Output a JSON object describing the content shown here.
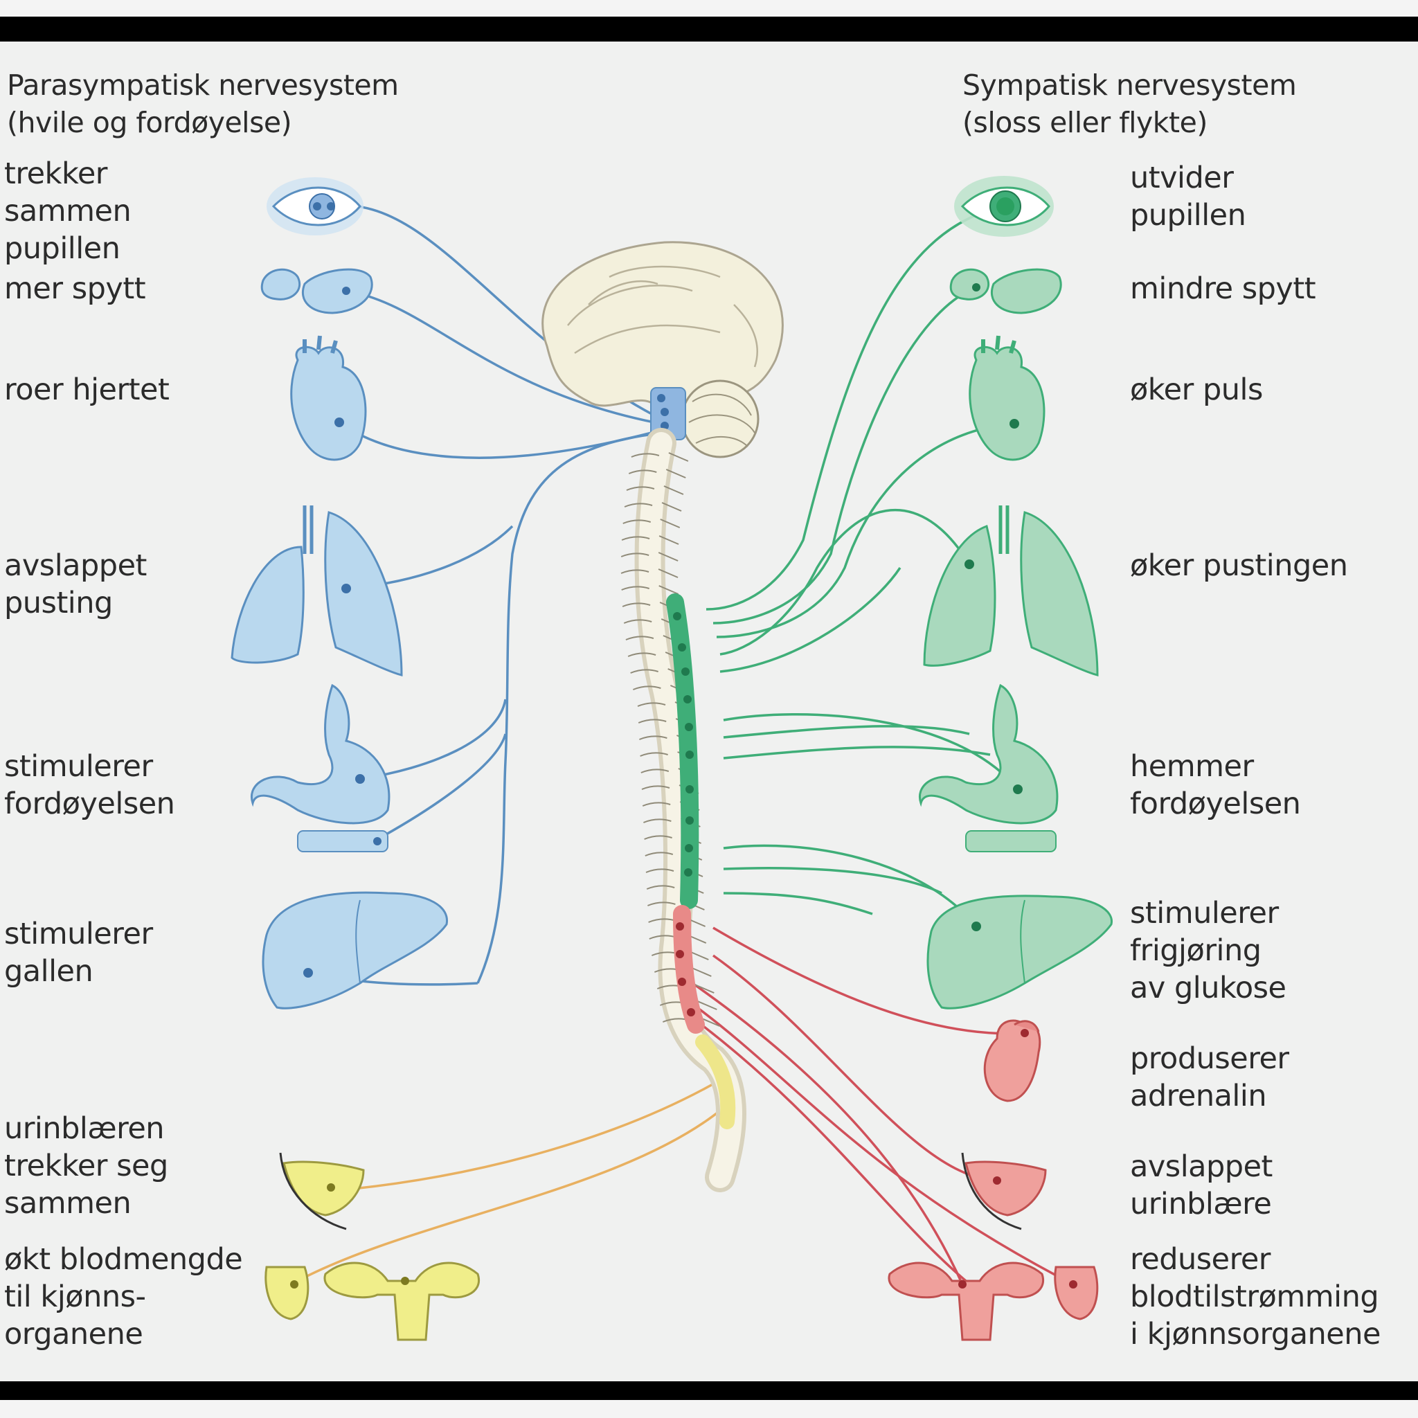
{
  "headers": {
    "parasympathetic": "Parasympatisk nervesystem\n(hvile og fordøyelse)",
    "sympathetic": "Sympatisk nervesystem\n(sloss eller flykte)"
  },
  "left_labels": [
    "trekker\nsammen\npupillen",
    "mer spytt",
    "roer hjertet",
    "avslappet\npusting",
    "stimulerer\nfordøyelsen",
    "stimulerer\ngallen",
    "urinblæren\ntrekker seg\nsammen",
    "økt blodmengde\ntil kjønns-\norganene"
  ],
  "right_labels": [
    "utvider\npupillen",
    "mindre spytt",
    "øker puls",
    "øker pustingen",
    "hemmer\nfordøyelsen",
    "stimulerer\nfrigjøring\nav glukose",
    "produserer\nadrenalin",
    "avslappet\nurinblære",
    "reduserer\nblodtilstrømming\ni kjønnsorganene"
  ],
  "colors": {
    "parasympathetic": "#5a8fc0",
    "parasympathetic_fill": "#b9d8ee",
    "sympathetic": "#3fae78",
    "sympathetic_fill": "#a9d9bd",
    "sympathetic_lumbar": "#d0505a",
    "sympathetic_lumbar_fill": "#efa09c",
    "sacral": "#e8b060",
    "sacral_fill": "#f0ee8a",
    "brain": "#f3f0dc"
  }
}
